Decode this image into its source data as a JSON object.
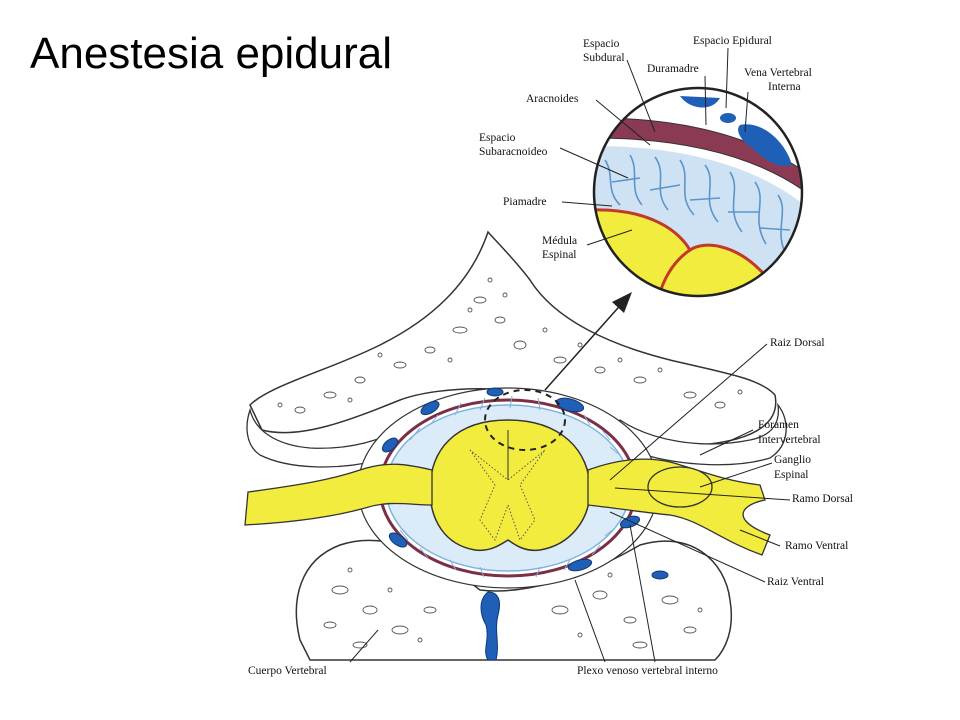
{
  "title": "Anestesia epidural",
  "colors": {
    "nerve": "#f2ec3e",
    "vein": "#1f5fb8",
    "csf": "#7fb2df",
    "dura": "#7a2f45",
    "pia": "#c0392b",
    "outline": "#333333",
    "bone": "#ffffff"
  },
  "labels": {
    "espacio_subdural": [
      "Espacio",
      "Subdural"
    ],
    "espacio_epidural": "Espacio Epidural",
    "duramadre": "Duramadre",
    "vena_vertebral_interna": [
      "Vena Vertebral",
      "Interna"
    ],
    "aracnoides": "Aracnoides",
    "espacio_subaracnoideo": [
      "Espacio",
      "Subaracnoideo"
    ],
    "piamadre": "Piamadre",
    "medula_espinal": [
      "Médula",
      "Espinal"
    ],
    "raiz_dorsal": "Raiz Dorsal",
    "foramen_intervertebral": [
      "Foramen",
      "Intervertebral"
    ],
    "ganglio_espinal": [
      "Ganglio",
      "Espinal"
    ],
    "ramo_dorsal": "Ramo Dorsal",
    "ramo_ventral": "Ramo Ventral",
    "raiz_ventral": "Raiz Ventral",
    "cuerpo_vertebral": "Cuerpo Vertebral",
    "plexo_venoso": "Plexo venoso vertebral interno"
  }
}
